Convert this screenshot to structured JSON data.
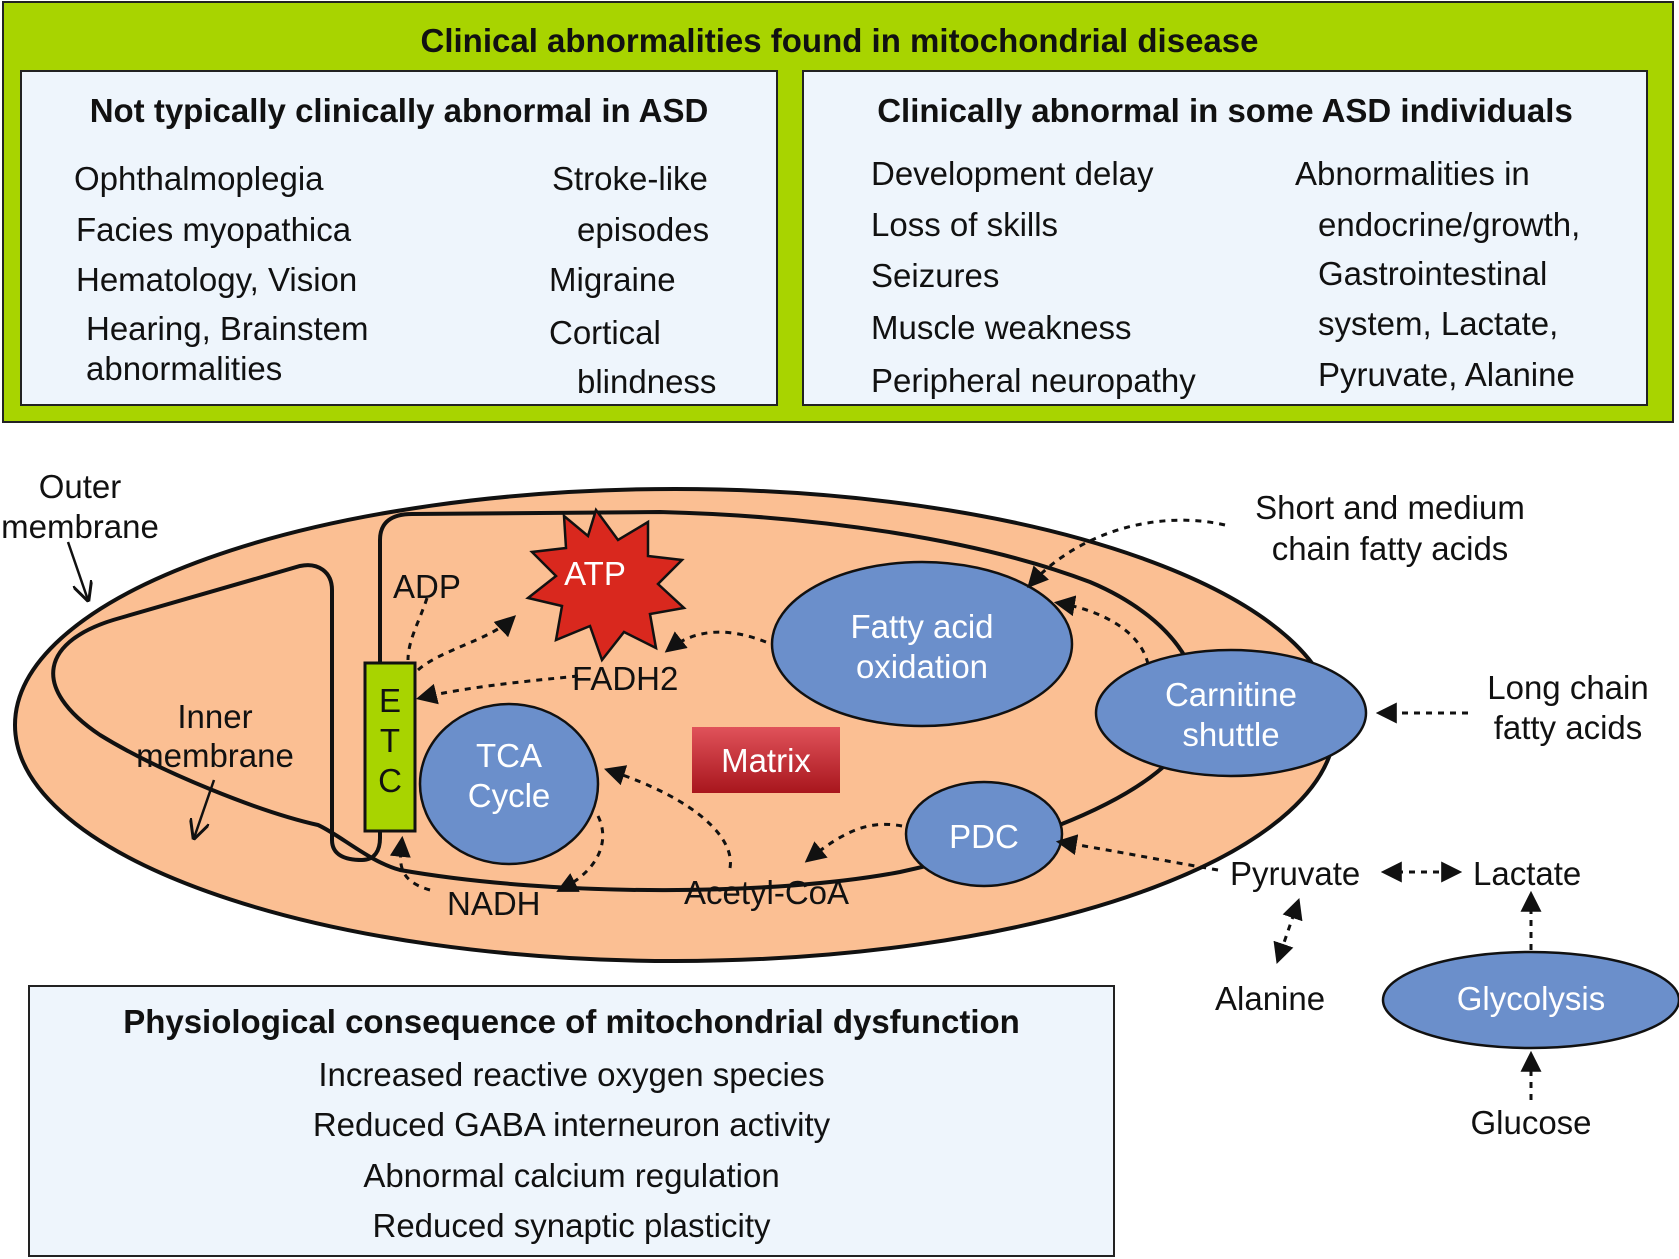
{
  "header": {
    "title": "Clinical abnormalities found in mitochondrial disease"
  },
  "left_panel": {
    "title": "Not typically clinically abnormal in ASD",
    "col1": [
      "Ophthalmoplegia",
      "Facies myopathica",
      "Hematology, Vision",
      "Hearing, Brainstem",
      "abnormalities"
    ],
    "col2": [
      "Stroke-like",
      "episodes",
      "Migraine",
      "Cortical",
      "blindness"
    ]
  },
  "right_panel": {
    "title": "Clinically abnormal in some ASD individuals",
    "col1": [
      "Development delay",
      "Loss of skills",
      "Seizures",
      "Muscle weakness",
      "Peripheral neuropathy"
    ],
    "col2": [
      "Abnormalities in",
      "endocrine/growth,",
      "Gastrointestinal",
      "system, Lactate,",
      "Pyruvate, Alanine"
    ]
  },
  "diagram": {
    "outer_membrane_label": [
      "Outer",
      "membrane"
    ],
    "inner_membrane_label": [
      "Inner",
      "membrane"
    ],
    "etc_letters": [
      "E",
      "T",
      "C"
    ],
    "atp": "ATP",
    "adp": "ADP",
    "fadh2": "FADH2",
    "nadh": "NADH",
    "tca": [
      "TCA",
      "Cycle"
    ],
    "fatty_acid_oxidation": [
      "Fatty acid",
      "oxidation"
    ],
    "carnitine_shuttle": [
      "Carnitine",
      "shuttle"
    ],
    "matrix": "Matrix",
    "pdc": "PDC",
    "acetyl_coa": "Acetyl-CoA",
    "short_medium": [
      "Short and medium",
      "chain fatty acids"
    ],
    "long_chain": [
      "Long chain",
      "fatty acids"
    ],
    "pyruvate": "Pyruvate",
    "lactate": "Lactate",
    "alanine": "Alanine",
    "glycolysis": "Glycolysis",
    "glucose": "Glucose"
  },
  "bottom_panel": {
    "title": "Physiological consequence of mitochondrial dysfunction",
    "items": [
      "Increased reactive oxygen species",
      "Reduced GABA interneuron activity",
      "Abnormal calcium regulation",
      "Reduced synaptic plasticity"
    ]
  },
  "colors": {
    "green": "#a8d400",
    "panel": "#eef5fc",
    "mito": "#fbbf93",
    "blue_node": "#6b8fcb",
    "atp_red": "#d9281e",
    "matrix_red": "#c1272d",
    "etc_green": "#a8d400"
  }
}
